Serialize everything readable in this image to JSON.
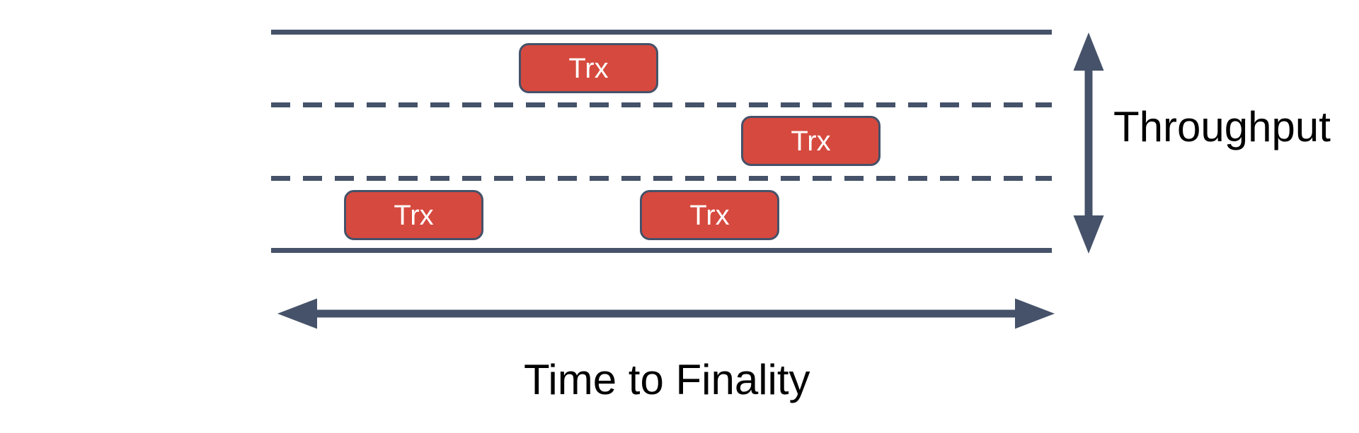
{
  "labels": {
    "throughput": "Throughput",
    "time_to_finality": "Time to Finality"
  },
  "road": {
    "lane_count": 3,
    "boundary_style": "solid",
    "divider_style": "dashed",
    "transactions": [
      {
        "label": "Trx",
        "lane": 1
      },
      {
        "label": "Trx",
        "lane": 2
      },
      {
        "label": "Trx",
        "lane": 3
      },
      {
        "label": "Trx",
        "lane": 3
      }
    ]
  },
  "colors": {
    "background": "#ffffff",
    "line": "#455269",
    "trx_fill": "#d6493e",
    "trx_border": "#455269",
    "trx_text": "#ffffff",
    "label_text": "#000000"
  }
}
